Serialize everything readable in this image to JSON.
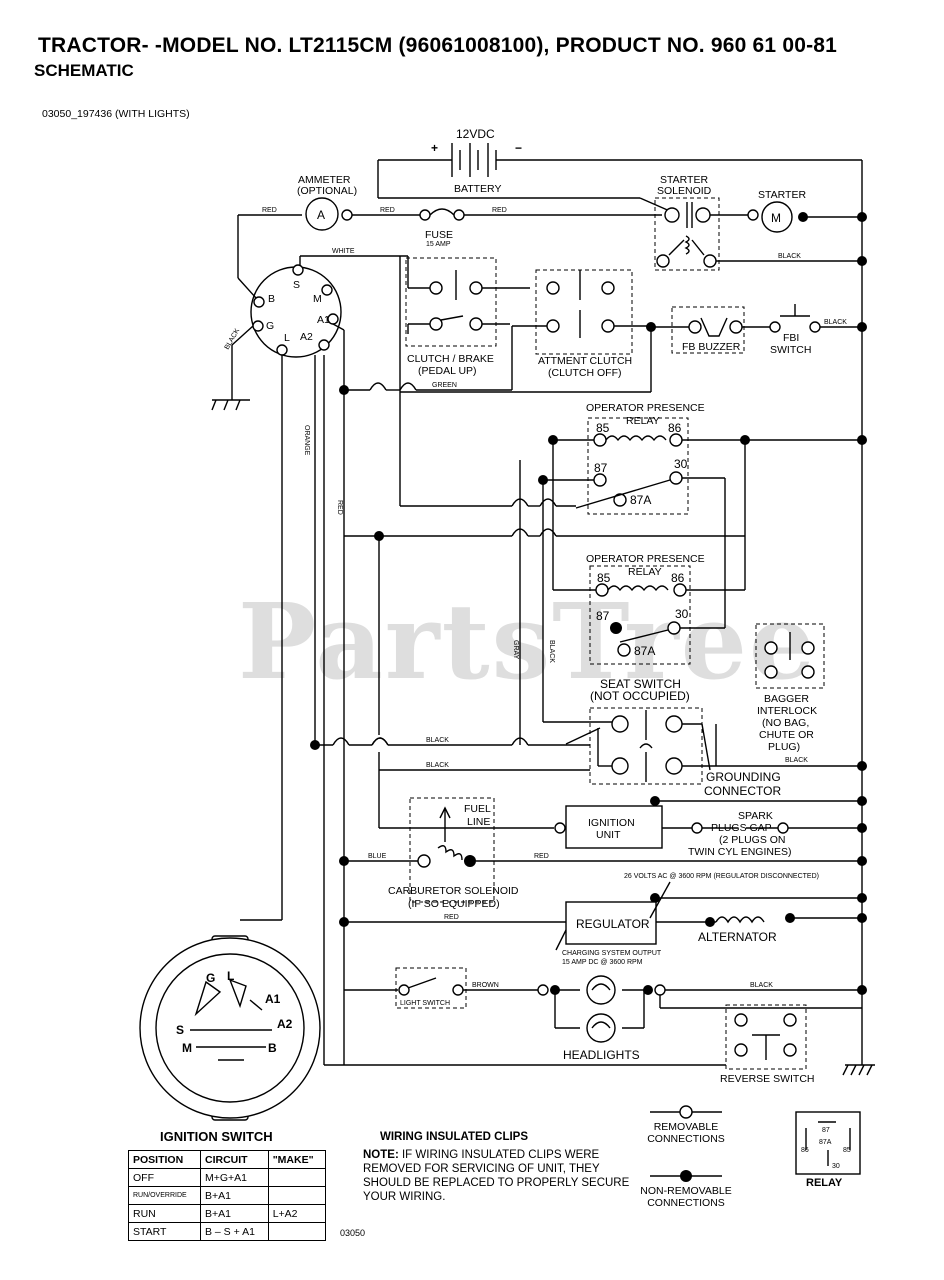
{
  "header": {
    "title": "TRACTOR- -MODEL NO. LT2115CM (96061008100), PRODUCT NO. 960 61 00-81",
    "subtitle": "SCHEMATIC",
    "code": "03050_197436 (WITH LIGHTS)"
  },
  "watermark": "PartsTree",
  "components": {
    "battery": {
      "voltage": "12VDC",
      "plus": "+",
      "minus": "−",
      "label": "BATTERY"
    },
    "ammeter": {
      "label1": "AMMETER",
      "label2": "(OPTIONAL)",
      "symbol": "A"
    },
    "fuse": {
      "label": "FUSE",
      "rating": "15 AMP"
    },
    "starter_solenoid": {
      "label1": "STARTER",
      "label2": "SOLENOID"
    },
    "starter": {
      "label": "STARTER",
      "symbol": "M"
    },
    "clutch_brake": {
      "label1": "CLUTCH / BRAKE",
      "label2": "(PEDAL UP)"
    },
    "attachment_clutch": {
      "label1": "ATTMENT CLUTCH",
      "label2": "(CLUTCH OFF)"
    },
    "fb_buzzer": {
      "label": "FB  BUZZER"
    },
    "fbi_switch": {
      "label1": "FBI",
      "label2": "SWITCH"
    },
    "relay1": {
      "label1": "OPERATOR PRESENCE",
      "label2": "RELAY",
      "t85": "85",
      "t86": "86",
      "t87": "87",
      "t30": "30",
      "t87a": "87A"
    },
    "relay2": {
      "label1": "OPERATOR PRESENCE",
      "label2": "RELAY",
      "t85": "85",
      "t86": "86",
      "t87": "87",
      "t30": "30",
      "t87a": "87A"
    },
    "seat_switch": {
      "label1": "SEAT SWITCH",
      "label2": "(NOT OCCUPIED)"
    },
    "bagger": {
      "l1": "BAGGER",
      "l2": "INTERLOCK",
      "l3": "(NO BAG,",
      "l4": "CHUTE OR",
      "l5": "PLUG)"
    },
    "grounding": {
      "l1": "GROUNDING",
      "l2": "CONNECTOR"
    },
    "fuel_line": {
      "l1": "FUEL",
      "l2": "LINE"
    },
    "ignition_unit": {
      "l1": "IGNITION",
      "l2": "UNIT"
    },
    "spark": {
      "l1": "SPARK",
      "l2": "PLUGS GAP",
      "l3": "(2 PLUGS ON",
      "l4": "TWIN CYL ENGINES)"
    },
    "carb": {
      "l1": "CARBURETOR SOLENOID",
      "l2": "(IF SO EQUIPPED)"
    },
    "regulator": {
      "label": "REGULATOR",
      "note_top": "26 VOLTS AC @ 3600 RPM (REGULATOR DISCONNECTED)",
      "note_bot1": "CHARGING SYSTEM OUTPUT",
      "note_bot2": "15 AMP DC @ 3600 RPM"
    },
    "alternator": {
      "label": "ALTERNATOR"
    },
    "light_switch": {
      "label": "LIGHT SWITCH"
    },
    "headlights": {
      "label": "HEADLIGHTS"
    },
    "reverse_switch": {
      "label": "REVERSE SWITCH"
    },
    "ign_switch_terms": {
      "b": "B",
      "s": "S",
      "m": "M",
      "g": "G",
      "l": "L",
      "a1": "A1",
      "a2": "A2"
    }
  },
  "wires": {
    "red": "RED",
    "white": "WHITE",
    "black": "BLACK",
    "green": "GREEN",
    "orange": "ORANGE",
    "gray": "GRAY",
    "blue": "BLUE",
    "brown": "BROWN"
  },
  "ignition_switch": {
    "title": "IGNITION SWITCH",
    "icon_labels": {
      "g": "G",
      "l": "L",
      "a1": "A1",
      "a2": "A2",
      "s": "S",
      "m": "M",
      "b": "B"
    },
    "headers": [
      "POSITION",
      "CIRCUIT",
      "\"MAKE\""
    ],
    "rows": [
      [
        "OFF",
        "M+G+A1",
        ""
      ],
      [
        "RUN/OVERRIDE",
        "B+A1",
        ""
      ],
      [
        "RUN",
        "B+A1",
        "L+A2"
      ],
      [
        "START",
        "B – S + A1",
        ""
      ]
    ]
  },
  "clips": {
    "title": "WIRING INSULATED CLIPS",
    "note_label": "NOTE:",
    "note": "IF WIRING INSULATED CLIPS WERE REMOVED FOR SERVICING OF UNIT, THEY SHOULD BE REPLACED TO PROPERLY SECURE YOUR WIRING."
  },
  "doc_code": "03050",
  "legend": {
    "removable": "REMOVABLE CONNECTIONS",
    "non_removable": "NON-REMOVABLE CONNECTIONS"
  },
  "relay_legend": {
    "label": "RELAY",
    "t87": "87",
    "t87a": "87A",
    "t86": "86",
    "t85": "85",
    "t30": "30"
  }
}
